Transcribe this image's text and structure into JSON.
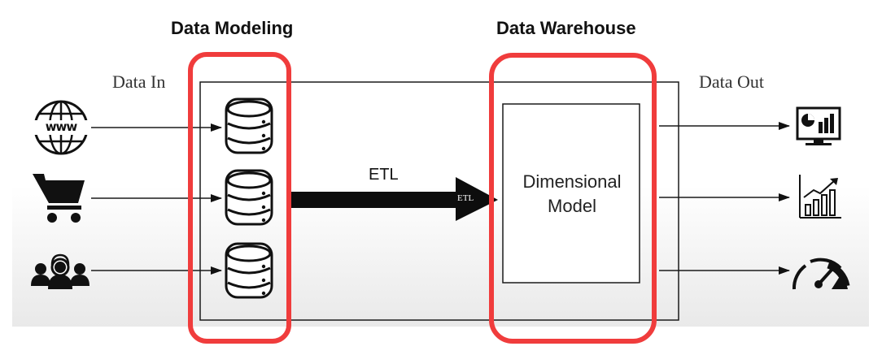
{
  "headings": {
    "data_modeling": "Data Modeling",
    "data_warehouse": "Data Warehouse"
  },
  "labels": {
    "data_in": "Data In",
    "data_out": "Data Out",
    "etl": "ETL",
    "etl_tag": "ETL",
    "dimensional_line1": "Dimensional",
    "dimensional_line2": "Model",
    "www": "www"
  },
  "sources": [
    {
      "icon": "globe-www-icon"
    },
    {
      "icon": "shopping-cart-icon"
    },
    {
      "icon": "users-group-icon"
    }
  ],
  "outputs": [
    {
      "icon": "dashboard-monitor-icon"
    },
    {
      "icon": "growth-bar-chart-icon"
    },
    {
      "icon": "speedometer-gauge-icon"
    }
  ],
  "colors": {
    "highlight": "#f03c3c",
    "line": "#1a1a1a",
    "icon": "#111111"
  }
}
